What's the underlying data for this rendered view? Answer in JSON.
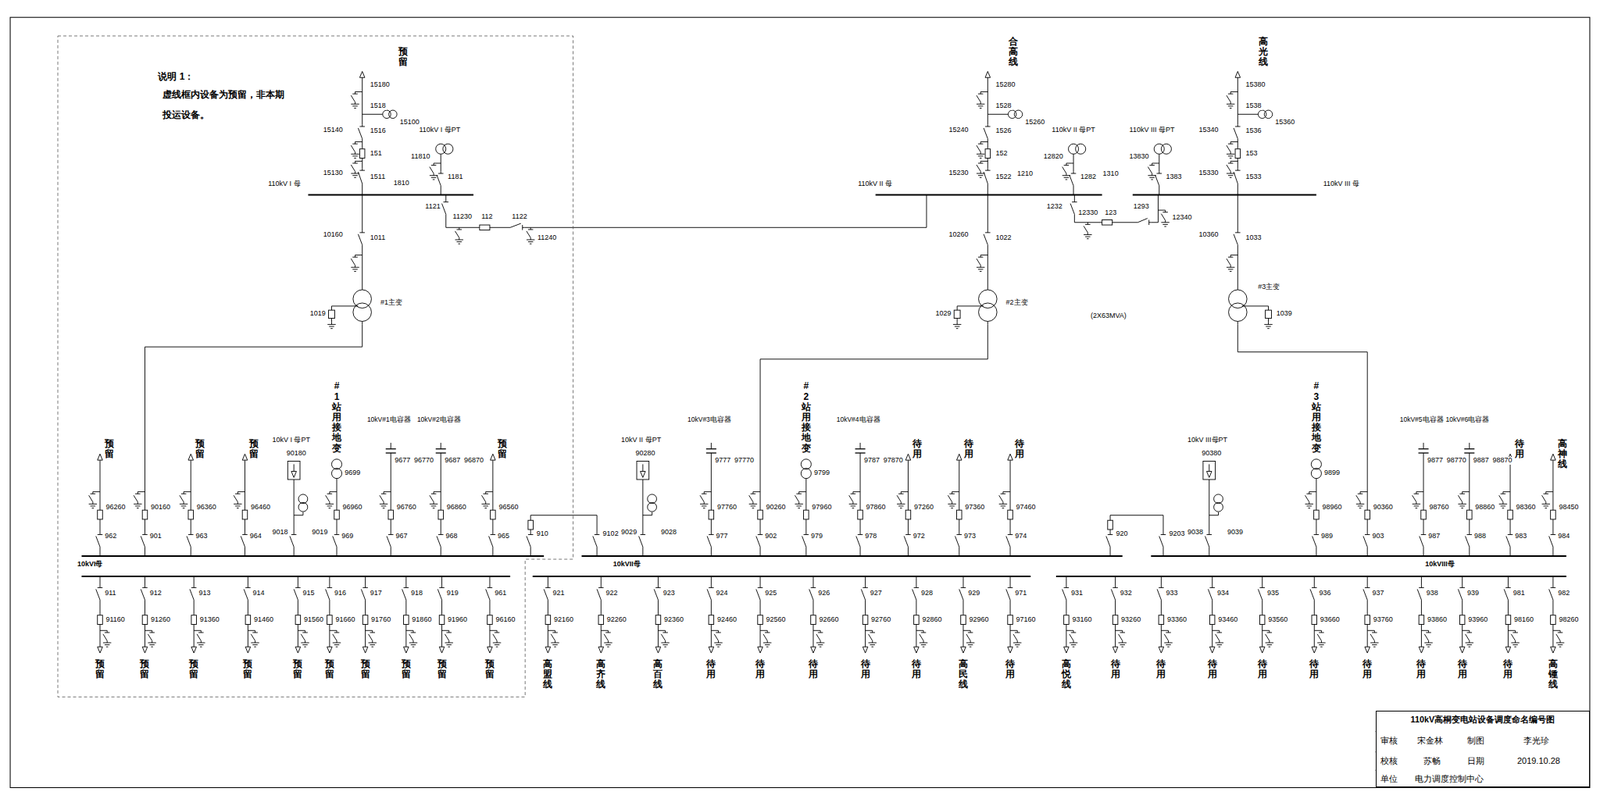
{
  "diagram": {
    "nodes": [
      {
        "text": [
          "说明 1：",
          "虚线框内设备为预留，非本期 投运设备。"
        ]
      },
      {
        "text": [
          "110kV高桐变电站设备调度命名编号图"
        ]
      }
    ],
    "labels": [
      "预留",
      "15180",
      "1518",
      "15100",
      "15140",
      "1516",
      "151",
      "15130",
      "1511",
      "110kV I 母",
      "110kV I 母PT",
      "11810",
      "1810",
      "1181",
      "1121",
      "11230",
      "112",
      "1122",
      "11240",
      "10160",
      "1011",
      "#1主变",
      "1019",
      "合高线",
      "15280",
      "1528",
      "15260",
      "15240",
      "1526",
      "152",
      "15230",
      "1522",
      "110kV II 母",
      "110kV II 母PT",
      "12820",
      "1210",
      "1282",
      "1232",
      "12330",
      "123",
      "1293",
      "12340",
      "10260",
      "1022",
      "#2主变",
      "1029",
      "(2X63MVA)",
      "高光线",
      "15380",
      "1538",
      "15360",
      "15340",
      "1536",
      "153",
      "15330",
      "1533",
      "110kV III 母",
      "110kV III 母PT",
      "13830",
      "1310",
      "1383",
      "10360",
      "1033",
      "#3主变",
      "1039",
      "10kVI母",
      "10kVII母",
      "10kVIII母",
      "910",
      "9102",
      "920",
      "9203",
      "预留",
      "96260",
      "962",
      "90160",
      "901",
      "预留",
      "96360",
      "963",
      "预留",
      "96460",
      "964",
      "10kV I 母PT",
      "90180",
      "9018",
      "9019",
      "#1站用接地变",
      "9699",
      "96960",
      "969",
      "10kV#1电容器",
      "9677",
      "96770",
      "96760",
      "967",
      "10kV#2电容器",
      "9687",
      "96870",
      "96860",
      "968",
      "预留",
      "96560",
      "965",
      "911",
      "91160",
      "预留",
      "912",
      "91260",
      "预留",
      "913",
      "91360",
      "预留",
      "914",
      "91460",
      "预留",
      "915",
      "91560",
      "预留",
      "916",
      "91660",
      "预留",
      "917",
      "91760",
      "预留",
      "918",
      "91860",
      "预留",
      "919",
      "91960",
      "预留",
      "961",
      "96160",
      "预留",
      "10kV II 母PT",
      "90280",
      "9029",
      "9028",
      "10kV#3电容器",
      "9777",
      "97770",
      "97760",
      "977",
      "90260",
      "902",
      "#2站用接地变",
      "9799",
      "97960",
      "979",
      "10kV#4电容器",
      "9787",
      "97870",
      "97860",
      "978",
      "待用",
      "97260",
      "972",
      "待用",
      "97360",
      "973",
      "待用",
      "97460",
      "974",
      "921",
      "92160",
      "高盟线",
      "922",
      "92260",
      "高齐线",
      "923",
      "92360",
      "高百线",
      "924",
      "92460",
      "待用",
      "925",
      "92560",
      "待用",
      "926",
      "92660",
      "待用",
      "927",
      "92760",
      "待用",
      "928",
      "92860",
      "待用",
      "929",
      "92960",
      "高民线",
      "971",
      "97160",
      "待用",
      "10kV III母PT",
      "90380",
      "9038",
      "9039",
      "#3站用接地变",
      "9899",
      "98960",
      "989",
      "90360",
      "903",
      "10kV#5电容器",
      "9877",
      "98770",
      "98760",
      "987",
      "10kV#6电容器",
      "9887",
      "98870",
      "98860",
      "988",
      "待用",
      "98360",
      "983",
      "高神线",
      "98450",
      "984",
      "931",
      "93160",
      "高悦线",
      "932",
      "93260",
      "待用",
      "933",
      "93360",
      "待用",
      "934",
      "93460",
      "待用",
      "935",
      "93560",
      "待用",
      "936",
      "93660",
      "待用",
      "937",
      "93760",
      "待用",
      "938",
      "93860",
      "待用",
      "939",
      "93960",
      "待用",
      "981",
      "98160",
      "待用",
      "982",
      "98260",
      "高锺线",
      "审核",
      "宋金林",
      "制图",
      "李光珍",
      "校核",
      "苏畅",
      "日期",
      "2019.10.28",
      "单位",
      "电力调度控制中心"
    ]
  }
}
